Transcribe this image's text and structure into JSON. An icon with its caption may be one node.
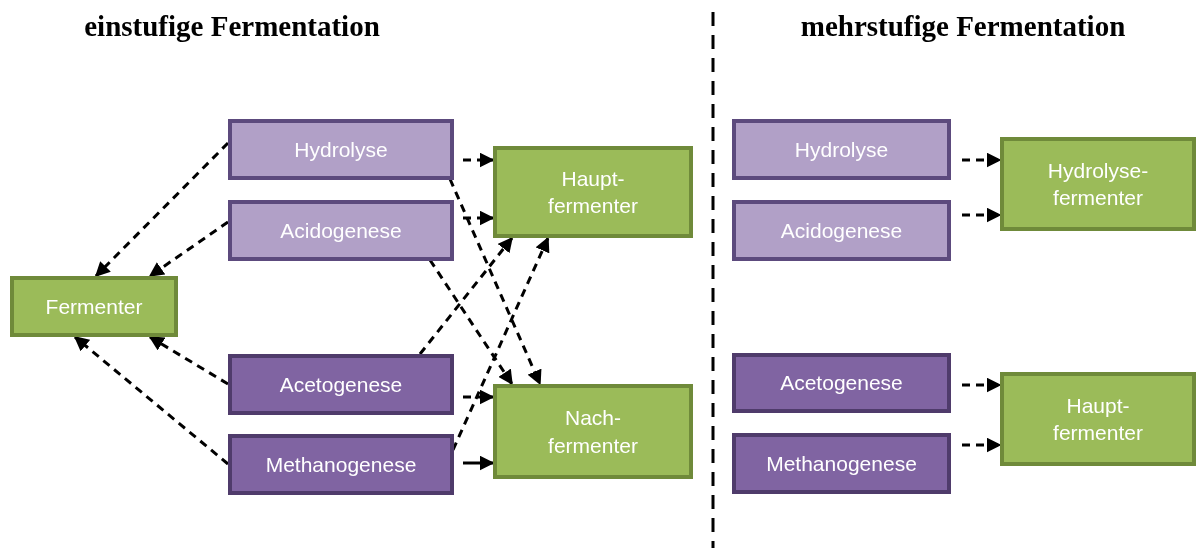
{
  "diagram": {
    "nodes": [
      {
        "text": [
          "Fermenter"
        ]
      },
      {
        "text": [
          "Hydrolyse"
        ]
      },
      {
        "text": [
          "Acidogenese"
        ]
      },
      {
        "text": [
          "Acetogenese"
        ]
      },
      {
        "text": [
          "Methanogenese"
        ]
      },
      {
        "text": [
          "Haupt- fermenter"
        ]
      },
      {
        "text": [
          "Nach- fermenter"
        ]
      },
      {
        "text": [
          "Hydrolyse"
        ]
      },
      {
        "text": [
          "Acidogenese"
        ]
      },
      {
        "text": [
          "Acetogenese"
        ]
      },
      {
        "text": [
          "Methanogenese"
        ]
      },
      {
        "text": [
          "Hydrolyse- fermenter"
        ]
      },
      {
        "text": [
          "Haupt- fermenter"
        ]
      }
    ],
    "edges": [
      {
        "from": 1,
        "to": 0,
        "arrow": "to",
        "style": "dashed"
      },
      {
        "from": 2,
        "to": 0,
        "arrow": "to",
        "style": "dashed"
      },
      {
        "from": 3,
        "to": 0,
        "arrow": "to",
        "style": "dashed"
      },
      {
        "from": 4,
        "to": 0,
        "arrow": "to",
        "style": "dashed"
      },
      {
        "from": 1,
        "to": 5,
        "arrow": "to",
        "style": "dashed"
      },
      {
        "from": 2,
        "to": 5,
        "arrow": "to",
        "style": "dashed"
      },
      {
        "from": 1,
        "to": 6,
        "arrow": "to",
        "style": "dashed"
      },
      {
        "from": 2,
        "to": 6,
        "arrow": "to",
        "style": "dashed"
      },
      {
        "from": 3,
        "to": 5,
        "arrow": "to",
        "style": "dashed"
      },
      {
        "from": 4,
        "to": 5,
        "arrow": "to",
        "style": "dashed"
      },
      {
        "from": 3,
        "to": 6,
        "arrow": "to",
        "style": "dashed"
      },
      {
        "from": 4,
        "to": 6,
        "arrow": "to"
      },
      {
        "from": 7,
        "to": 11,
        "arrow": "to",
        "style": "dashed"
      },
      {
        "from": 8,
        "to": 11,
        "arrow": "to",
        "style": "dashed"
      },
      {
        "from": 9,
        "to": 12,
        "arrow": "to",
        "style": "dashed"
      },
      {
        "from": 10,
        "to": 12,
        "arrow": "to",
        "style": "dashed"
      }
    ],
    "labels": [
      "einstufige Fermentation",
      "mehrstufige Fermentation"
    ]
  }
}
